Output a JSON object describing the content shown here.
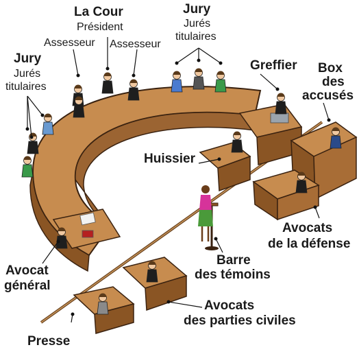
{
  "labels": {
    "la_cour": "La Cour",
    "president": "Président",
    "assesseur_left": "Assesseur",
    "assesseur_right": "Assesseur",
    "jury_top": "Jury",
    "jures_titulaires_top_1": "Jurés",
    "jures_titulaires_top_2": "titulaires",
    "jury_left": "Jury",
    "jures_titulaires_left_1": "Jurés",
    "jures_titulaires_left_2": "titulaires",
    "greffier": "Greffier",
    "box_des_accuses_1": "Box",
    "box_des_accuses_2": "des",
    "box_des_accuses_3": "accusés",
    "huissier": "Huissier",
    "avocats_defense_1": "Avocats",
    "avocats_defense_2": "de la défense",
    "barre_temoins_1": "Barre",
    "barre_temoins_2": "des témoins",
    "avocat_general_1": "Avocat",
    "avocat_general_2": "général",
    "avocats_parties_civiles_1": "Avocats",
    "avocats_parties_civiles_2": "des parties civiles",
    "presse": "Presse"
  },
  "colors": {
    "wood": "#b5793a",
    "wood_dark": "#8a5524",
    "wood_light": "#cf955a",
    "outline": "#3a2210",
    "robe": "#1e1e1e",
    "witness_top": "#d6339a",
    "witness_skirt": "#4a9a3a"
  }
}
